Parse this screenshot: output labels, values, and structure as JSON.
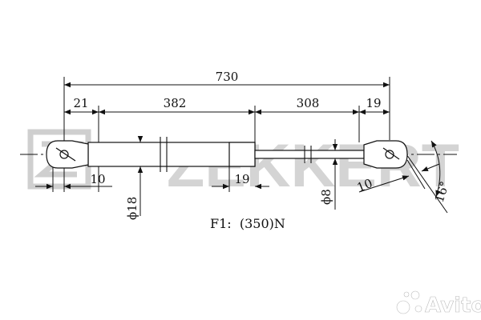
{
  "brand": {
    "logo_text": "ZEKKERT",
    "watermark_text": "Avito"
  },
  "dimensions": {
    "overall_length": "730",
    "left_eye_offset": "21",
    "cylinder_length": "382",
    "rod_length": "308",
    "right_eye_offset": "19",
    "left_small": "10",
    "cylinder_end": "19",
    "right_small": "10",
    "cylinder_diameter": "ϕ18",
    "rod_diameter": "ϕ8",
    "angle": "16°"
  },
  "force_label": "F1:  (350)N",
  "colors": {
    "line": "#111111",
    "logo": "#cfcfcf",
    "watermark": "#ffffff"
  }
}
